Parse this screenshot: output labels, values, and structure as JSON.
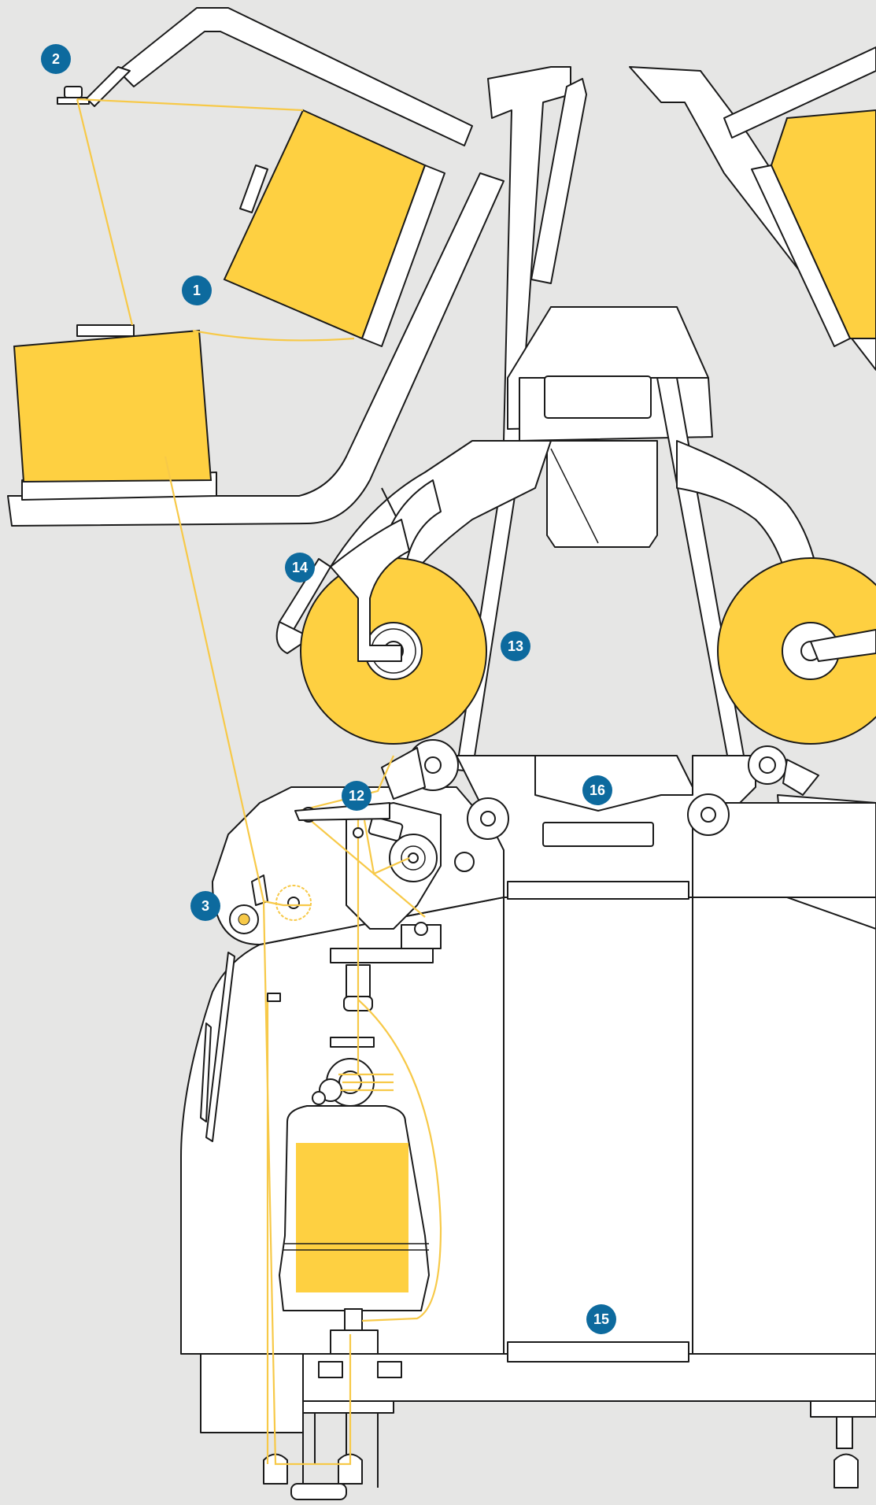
{
  "colors": {
    "background": "#e6e6e5",
    "yarn": "#f7c948",
    "package": "#fed041",
    "badge": "#0d6a9e",
    "outline": "#1a1a1a"
  },
  "badges": {
    "b1": "1",
    "b2": "2",
    "b3": "3",
    "b12": "12",
    "b13": "13",
    "b14": "14",
    "b15": "15",
    "b16": "16"
  }
}
